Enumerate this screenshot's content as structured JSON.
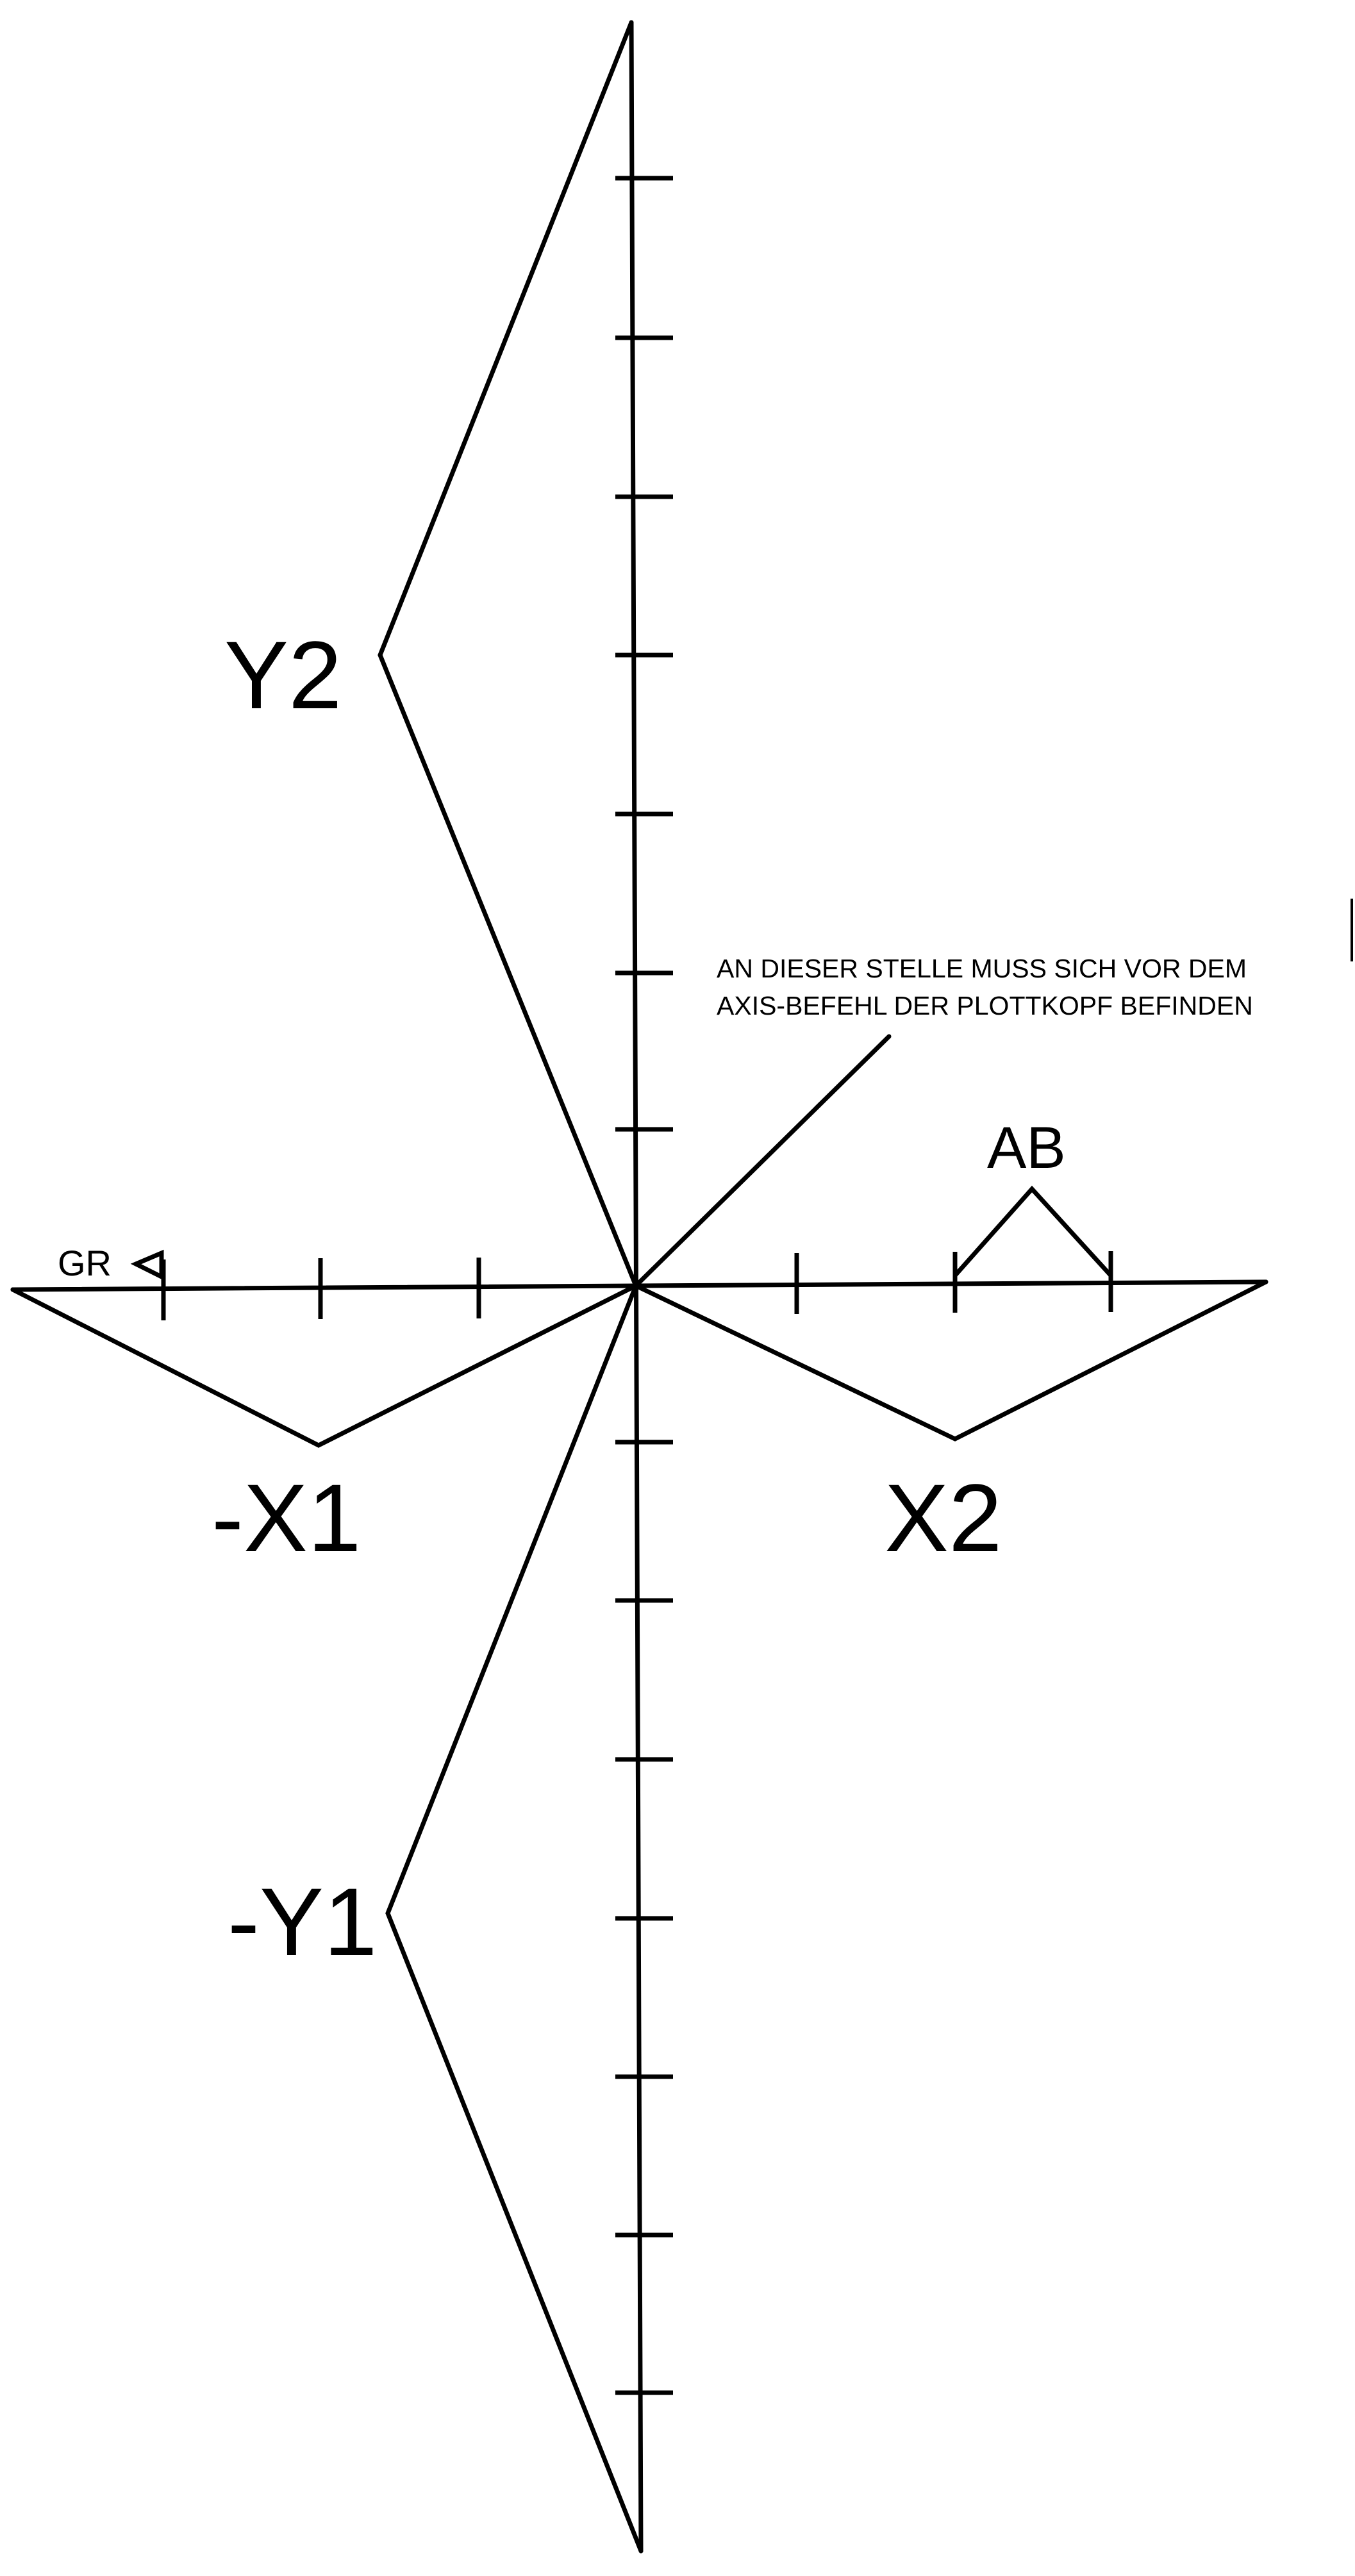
{
  "labels": {
    "y2": "Y2",
    "x1": "-X1",
    "x2": "X2",
    "y1": "-Y1",
    "ab": "AB",
    "gr": "GR"
  },
  "note": {
    "line1": "AN DIESER STELLE MUSS SICH VOR DEM",
    "line2": "AXIS-BEFEHL DER PLOTTKOPF BEFINDEN"
  },
  "colors": {
    "ink": "#000000",
    "paper": "#ffffff"
  }
}
